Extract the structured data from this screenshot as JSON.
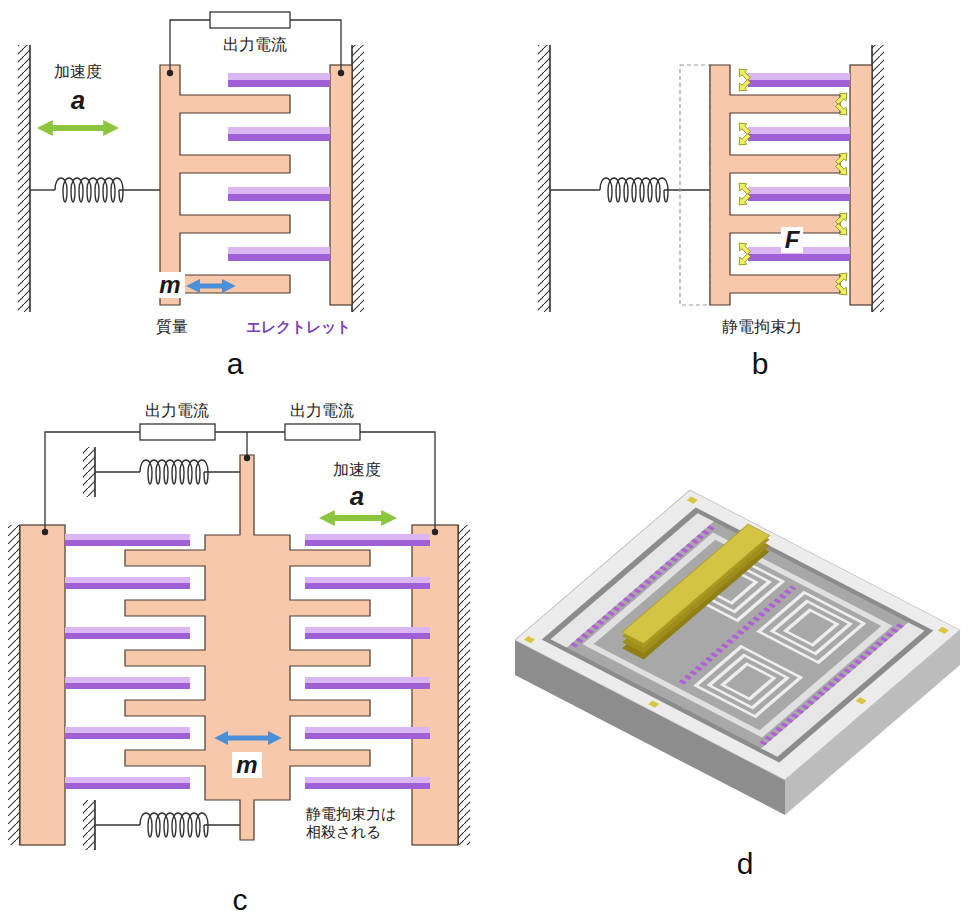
{
  "diagram": {
    "labels": [
      "出力電流",
      "加速度",
      "a",
      "m",
      "質量",
      "エレクトレット",
      "a",
      "F",
      "静電拘束力",
      "b",
      "出力電流",
      "出力電流",
      "加速度",
      "a",
      "m",
      "静電拘束力は 相殺される",
      "c",
      "d"
    ]
  }
}
